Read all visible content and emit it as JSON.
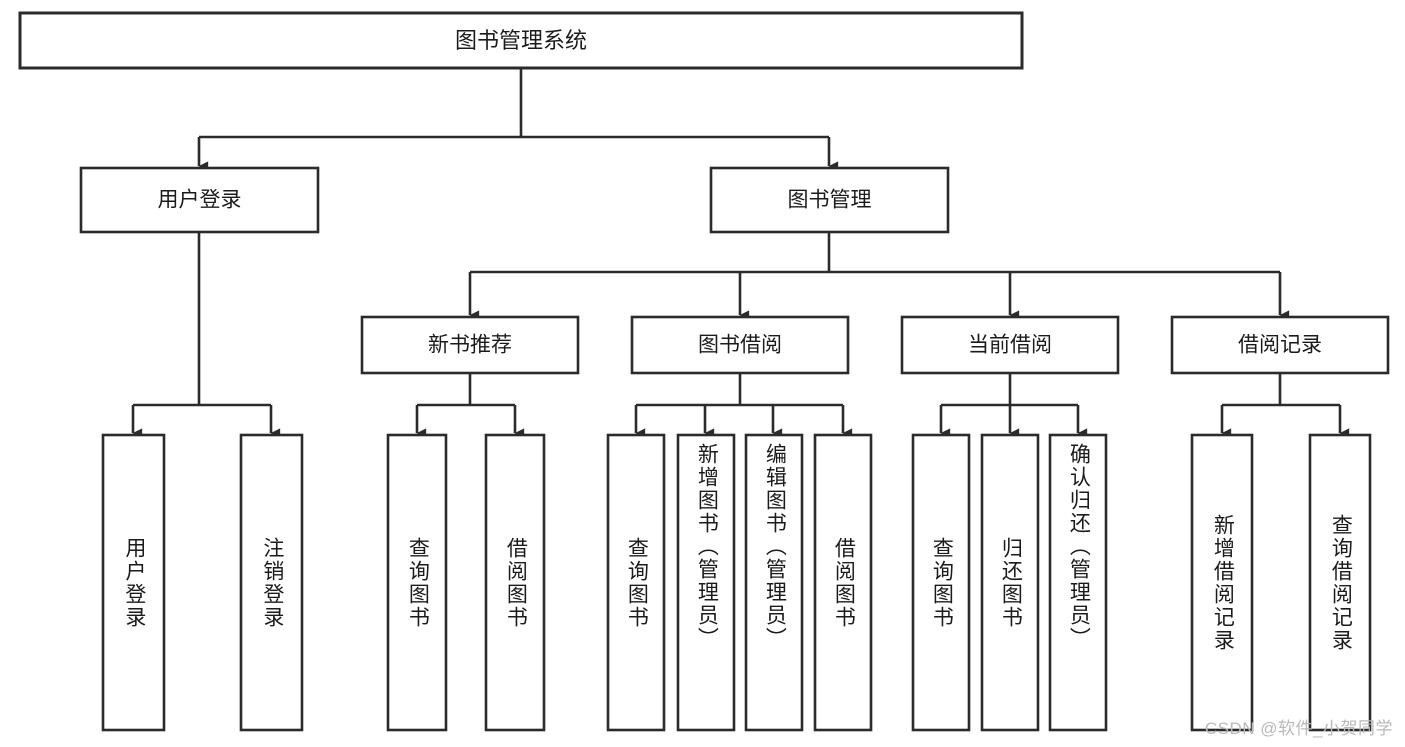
{
  "diagram": {
    "type": "tree",
    "title": "图书管理系统",
    "orientation": "top-down",
    "colors": {
      "box_fill": "#ffffff",
      "box_stroke": "#2b2b2b",
      "text": "#1b1b1b",
      "background": "#ffffff",
      "watermark": "#b9b9b9"
    },
    "levels": {
      "level1_label": "图书管理系统",
      "level2_labels": [
        "用户登录",
        "图书管理"
      ],
      "level3_labels": [
        "新书推荐",
        "图书借阅",
        "当前借阅",
        "借阅记录"
      ]
    },
    "root": {
      "id": "root",
      "label": "图书管理系统",
      "level": 1
    },
    "nodes_level2": [
      {
        "id": "user-login",
        "label": "用户登录",
        "level": 2
      },
      {
        "id": "book-manage",
        "label": "图书管理",
        "level": 2
      }
    ],
    "nodes_level3": [
      {
        "id": "new-book-recommend",
        "label": "新书推荐",
        "level": 3,
        "parent": "book-manage"
      },
      {
        "id": "book-borrow",
        "label": "图书借阅",
        "level": 3,
        "parent": "book-manage"
      },
      {
        "id": "current-borrow",
        "label": "当前借阅",
        "level": 3,
        "parent": "book-manage"
      },
      {
        "id": "borrow-record",
        "label": "借阅记录",
        "level": 3,
        "parent": "book-manage"
      }
    ],
    "leaves": [
      {
        "id": "leaf-user-login",
        "label": "用户登录",
        "parent": "user-login",
        "level": 3
      },
      {
        "id": "leaf-logout-login",
        "label": "注销登录",
        "parent": "user-login",
        "level": 3
      },
      {
        "id": "leaf-query-book-1",
        "label": "查询图书",
        "parent": "new-book-recommend",
        "level": 4
      },
      {
        "id": "leaf-borrow-book-1",
        "label": "借阅图书",
        "parent": "new-book-recommend",
        "level": 4
      },
      {
        "id": "leaf-query-book-2",
        "label": "查询图书",
        "parent": "book-borrow",
        "level": 4
      },
      {
        "id": "leaf-add-book",
        "label": "新增图书（管理员）",
        "parent": "book-borrow",
        "level": 4
      },
      {
        "id": "leaf-edit-book",
        "label": "编辑图书（管理员）",
        "parent": "book-borrow",
        "level": 4
      },
      {
        "id": "leaf-borrow-book-2",
        "label": "借阅图书",
        "parent": "book-borrow",
        "level": 4
      },
      {
        "id": "leaf-query-book-3",
        "label": "查询图书",
        "parent": "current-borrow",
        "level": 4
      },
      {
        "id": "leaf-return-book",
        "label": "归还图书",
        "parent": "current-borrow",
        "level": 4
      },
      {
        "id": "leaf-confirm-return",
        "label": "确认归还（管理员）",
        "parent": "current-borrow",
        "level": 4
      },
      {
        "id": "leaf-add-record",
        "label": "新增借阅记录",
        "parent": "borrow-record",
        "level": 4
      },
      {
        "id": "leaf-query-record",
        "label": "查询借阅记录",
        "parent": "borrow-record",
        "level": 4
      }
    ]
  },
  "watermark": {
    "text": "CSDN @软件_小贺同学"
  }
}
